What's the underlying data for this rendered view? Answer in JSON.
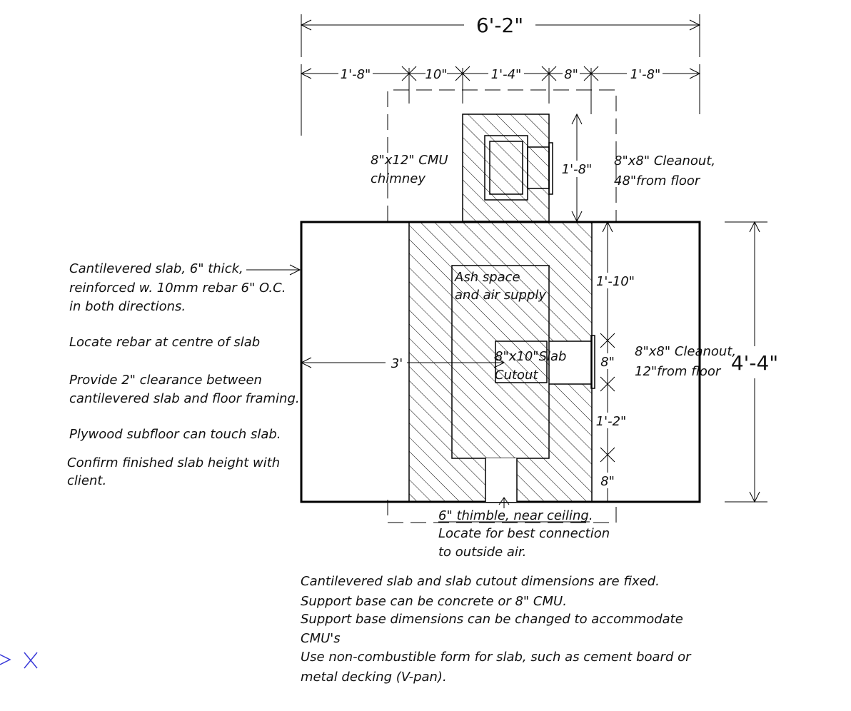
{
  "dimensions": {
    "overall_width": "6'-2\"",
    "seg1": "1'-8\"",
    "seg2": "10\"",
    "seg3": "1'-4\"",
    "seg4": "8\"",
    "seg5": "1'-8\"",
    "chimney_height": "1'-8\"",
    "overall_depth": "4'-4\"",
    "right1": "1'-10\"",
    "right2": "8\"",
    "right3": "1'-2\"",
    "right4": "8\"",
    "left_to_cutout": "3'"
  },
  "labels": {
    "chimney": [
      "8\"x12\" CMU",
      "chimney"
    ],
    "cleanout_top": [
      "8\"x8\" Cleanout,",
      "48\"from floor"
    ],
    "cleanout_side": [
      "8\"x8\" Cleanout,",
      "12\"from floor"
    ],
    "ash_space": [
      "Ash space",
      "and air supply"
    ],
    "slab_cutout": [
      "8\"x10\"Slab",
      "Cutout"
    ],
    "thimble": [
      "6\" thimble, near ceiling.",
      "Locate for best connection",
      "to outside air."
    ]
  },
  "notes_left": [
    "Cantilevered slab, 6\" thick,",
    "reinforced w. 10mm rebar 6\" O.C.",
    "in both directions.",
    "Locate rebar at centre of slab",
    "Provide 2\" clearance between",
    "cantilevered slab and floor framing.",
    "Plywood subfloor can touch slab.",
    "Confirm finished slab height with",
    "client."
  ],
  "notes_bottom": [
    "Cantilevered slab and slab cutout dimensions are fixed.",
    "Support base can be concrete or 8\" CMU.",
    "Support base dimensions can be changed to accommodate",
    "CMU's",
    "Use non-combustible form for slab, such as cement board or",
    "metal decking (V-pan)."
  ],
  "colors": {
    "line": "#000000",
    "ucs_icon": "#3a3ad8"
  }
}
